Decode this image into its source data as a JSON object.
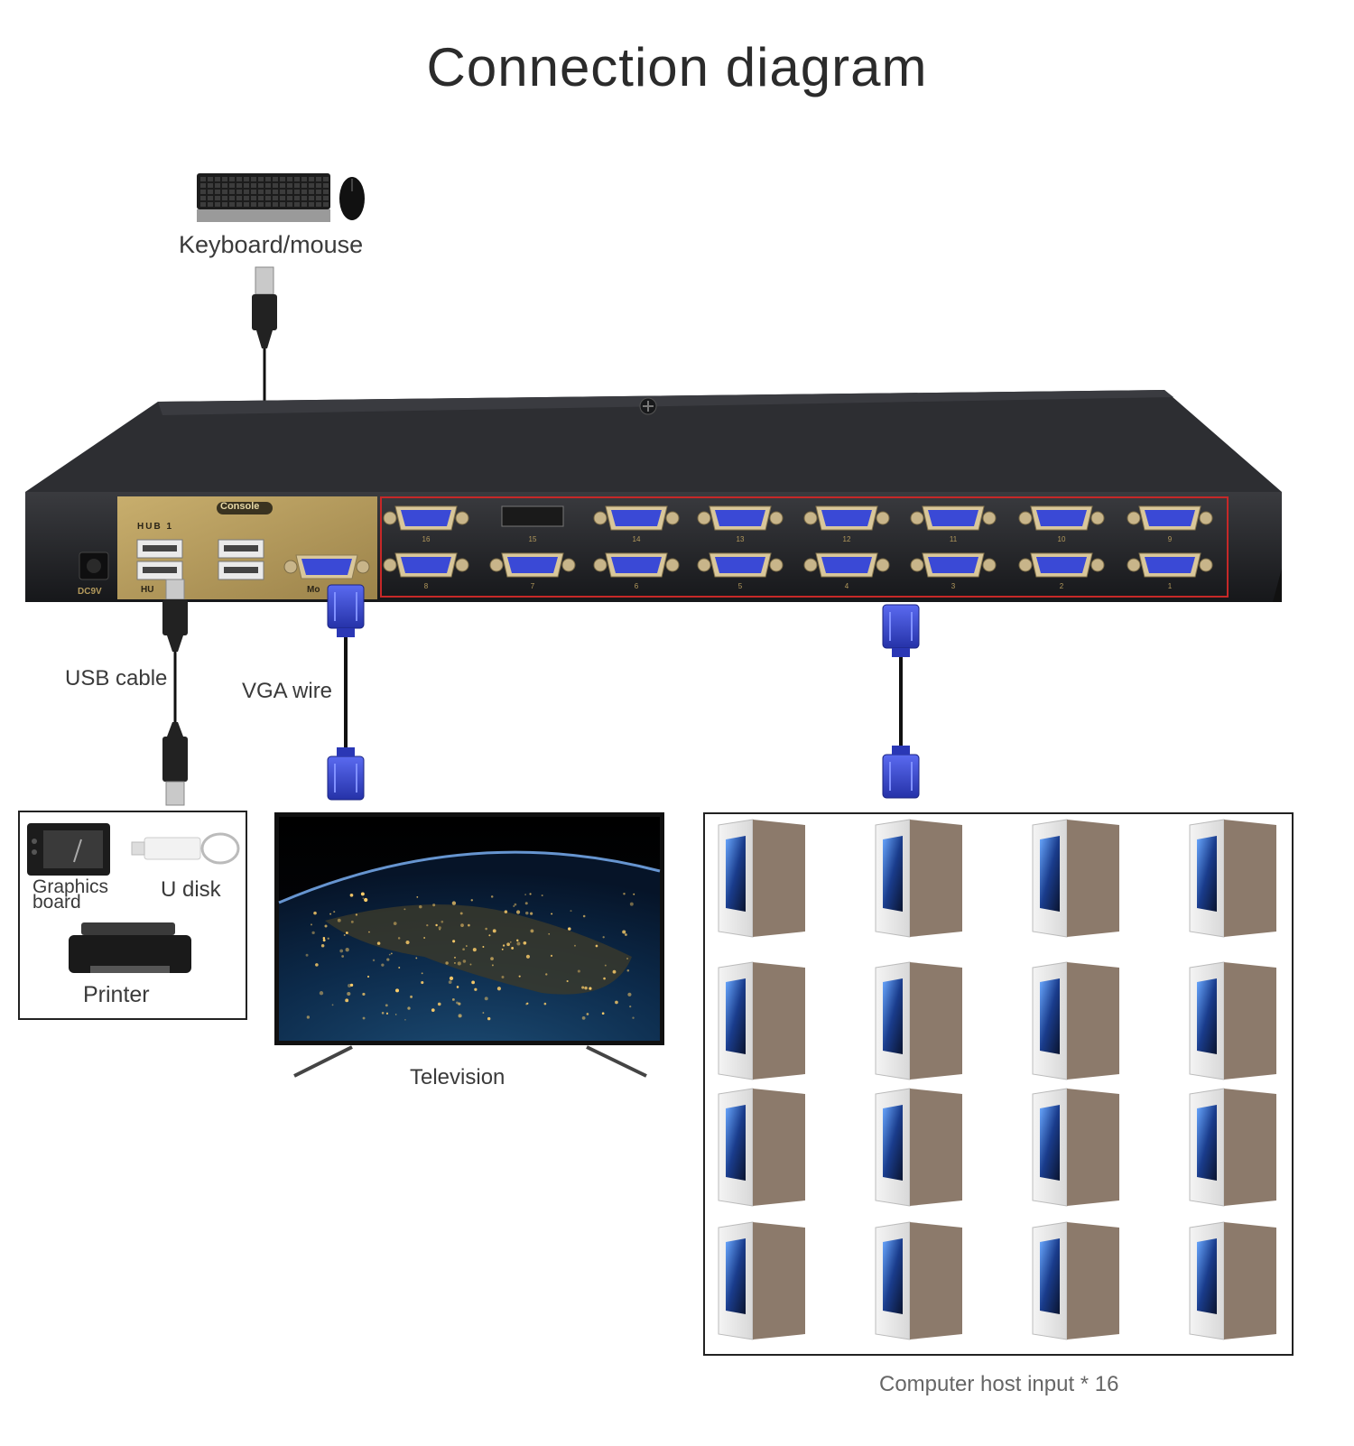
{
  "title": "Connection diagram",
  "labels": {
    "keyboard_mouse": "Keyboard/mouse",
    "usb_cable": "USB cable",
    "vga_wire": "VGA wire",
    "graphics_board": "Graphics board",
    "u_disk": "U disk",
    "printer": "Printer",
    "television": "Television",
    "computer_hosts": "Computer host input * 16"
  },
  "device_panel": {
    "console": "Console",
    "hub1": "HUB 1",
    "hub2": "HU",
    "monitor": "Mo",
    "dc": "DC9V",
    "port_numbers_top": [
      "16",
      "15",
      "14",
      "13",
      "12",
      "11",
      "10",
      "9"
    ],
    "port_numbers_bottom": [
      "8",
      "7",
      "6",
      "5",
      "4",
      "3",
      "2",
      "1"
    ]
  },
  "computer_count": 16,
  "colors": {
    "device_body": "#232427",
    "console_panel": "#b49a5c",
    "vga_blue": "#3a49d6",
    "highlight_box": "#c62828",
    "pc_side": "#8c7a6b"
  }
}
